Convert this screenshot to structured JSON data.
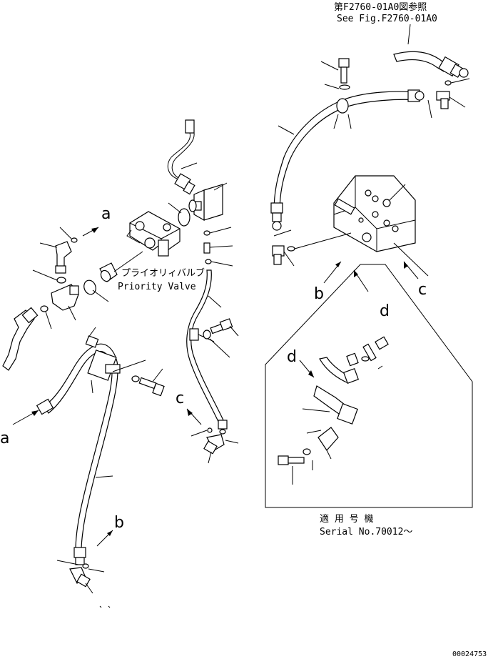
{
  "reference": {
    "jp": "第F2760-01A0図参照",
    "en": "See Fig.F2760-01A0"
  },
  "priority_valve": {
    "jp": "プライオリィバルブ",
    "en": "Priority Valve"
  },
  "serial": {
    "jp": "適 用 号 機",
    "en": "Serial No.70012～"
  },
  "callouts": {
    "a_top": "a",
    "a_bottom": "a",
    "b_top": "b",
    "b_bottom": "b",
    "c_top": "c",
    "c_bottom": "c",
    "d_top": "d",
    "d_inset": "d"
  },
  "drawing_number": "00024753"
}
